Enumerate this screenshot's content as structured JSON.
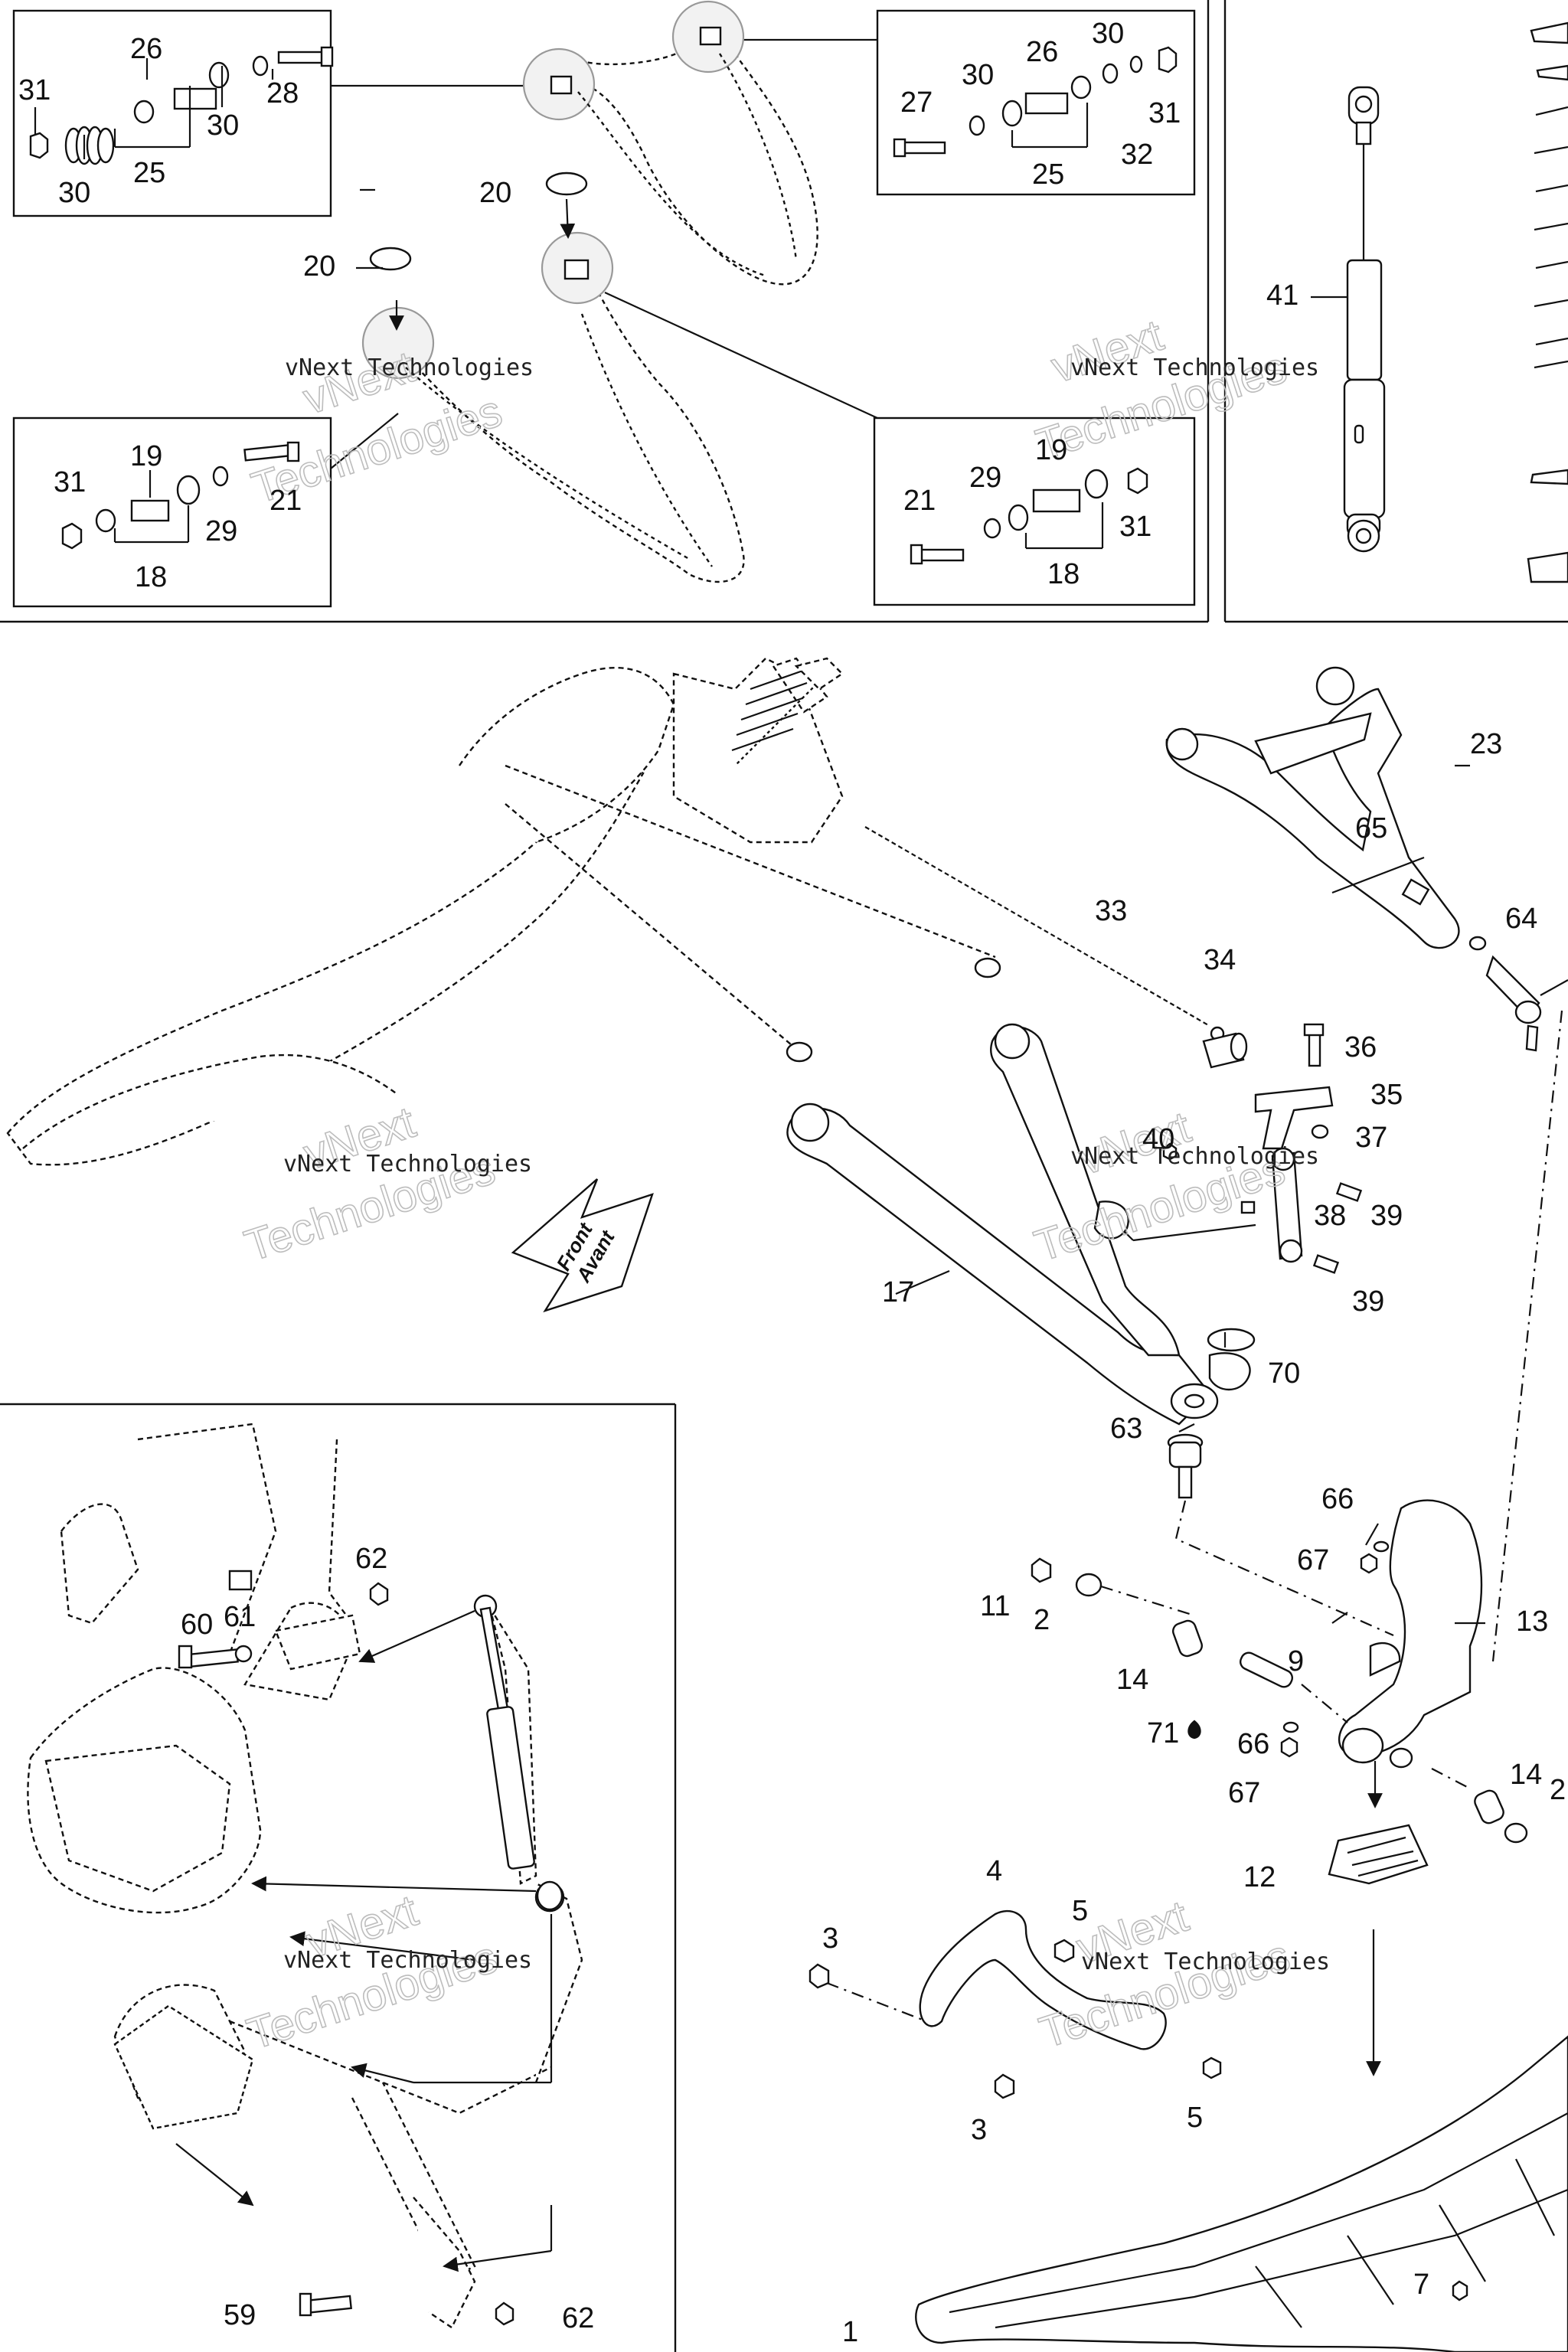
{
  "watermark": {
    "line1": "vNext Technologies",
    "big": "vNext",
    "big2": "Technologies"
  },
  "front_label": {
    "line1": "Front",
    "line2": "Avant"
  },
  "labels": {
    "top_left_box": [
      "31",
      "26",
      "28",
      "30",
      "25",
      "30"
    ],
    "top_right_box": [
      "30",
      "26",
      "30",
      "27",
      "31",
      "32",
      "25"
    ],
    "mid_left_box": [
      "31",
      "19",
      "21",
      "29",
      "18"
    ],
    "mid_right_box": [
      "19",
      "21",
      "29",
      "31",
      "18"
    ],
    "upper_arm": [
      "20",
      "20"
    ],
    "shock": [
      "41"
    ],
    "main": [
      "23",
      "65",
      "64",
      "33",
      "34",
      "36",
      "35",
      "37",
      "40",
      "38",
      "39",
      "39",
      "17",
      "70",
      "63",
      "66",
      "67",
      "13",
      "11",
      "2",
      "9",
      "14",
      "71",
      "66",
      "67",
      "14",
      "2",
      "12",
      "4",
      "5",
      "3",
      "3",
      "5",
      "1",
      "7"
    ],
    "lower_left_box": [
      "62",
      "60",
      "61",
      "62",
      "59"
    ]
  }
}
